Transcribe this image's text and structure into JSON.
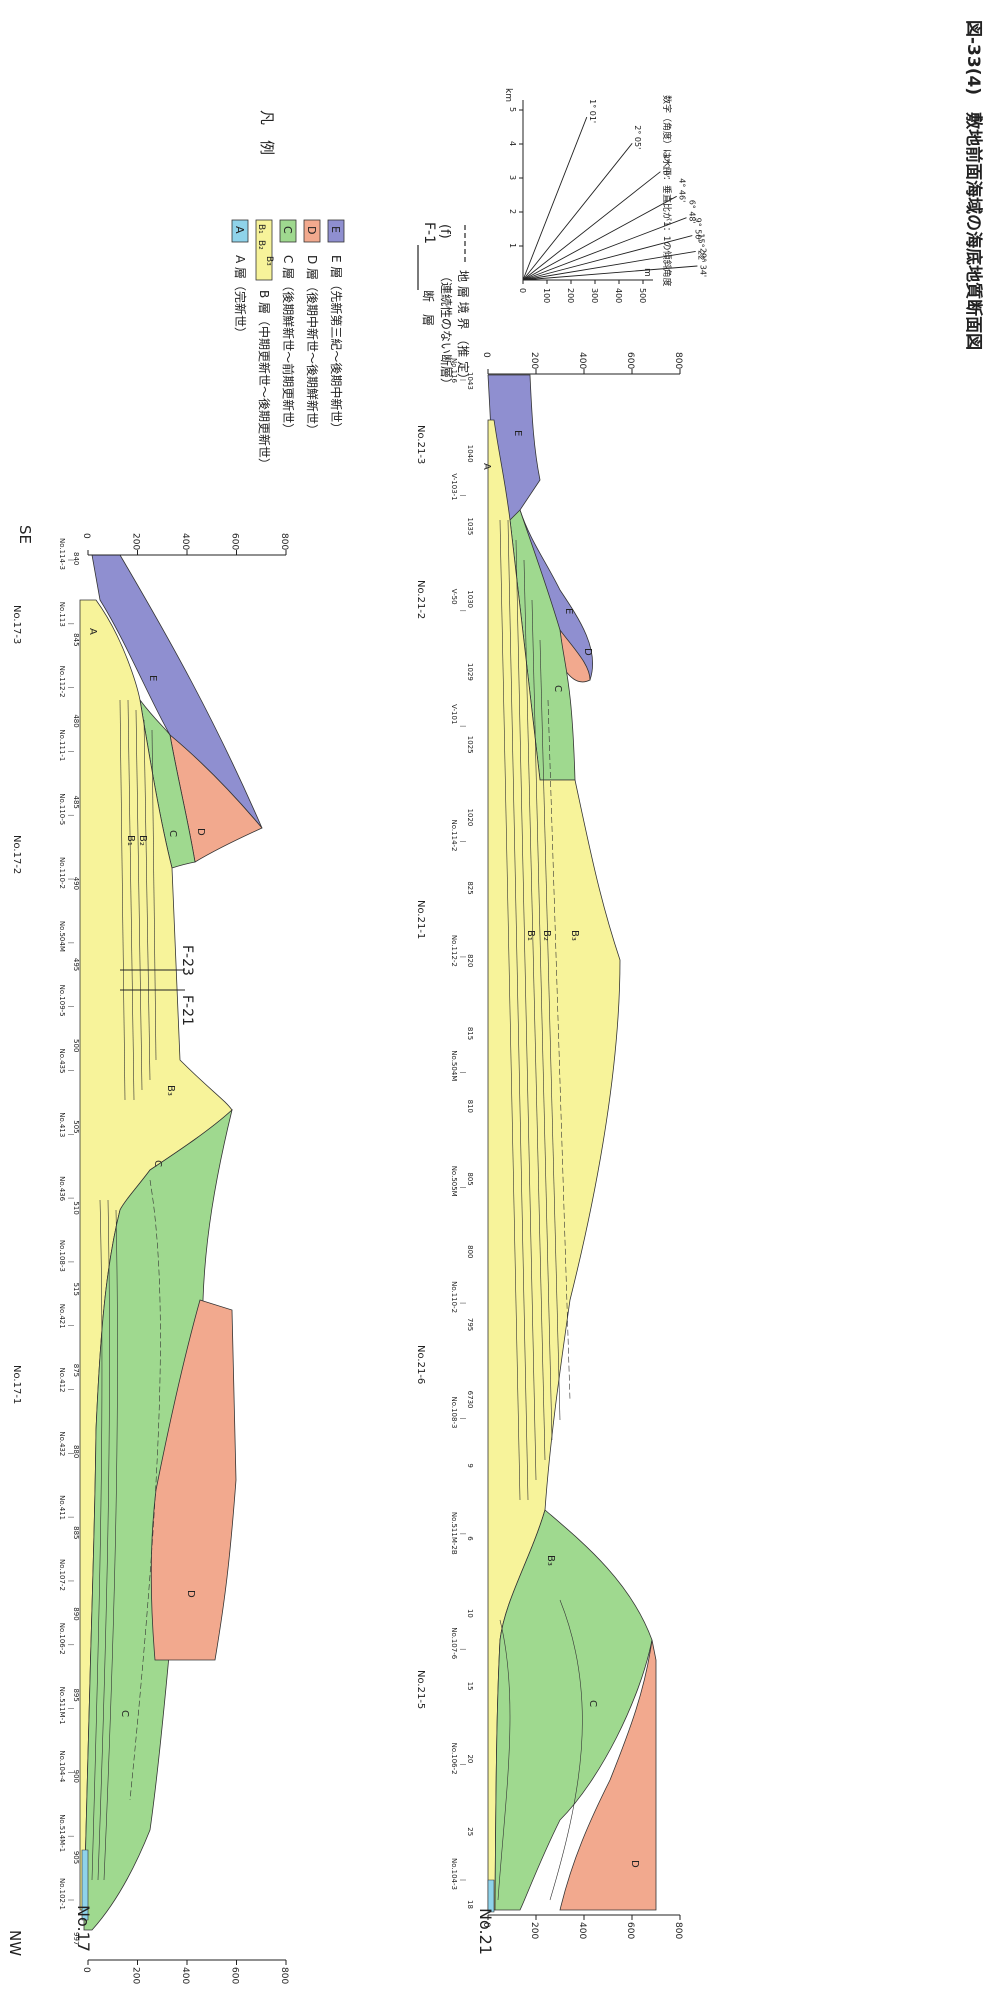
{
  "figure": {
    "caption": "図-33(4)　敷地前面海域の海底地質断面図",
    "legend_title": "凡　例",
    "legend_items": [
      {
        "key": "A",
        "color": "#8fd3ea",
        "label": "A 層（完新世）"
      },
      {
        "key": "B",
        "color": "#f7f39a",
        "label": "B 層（中期更新世～後期更新世）",
        "subunits": [
          "B₁",
          "B₂",
          "B₃"
        ]
      },
      {
        "key": "C",
        "color": "#9fd98f",
        "label": "C 層（後期鮮新世～前期更新世）"
      },
      {
        "key": "D",
        "color": "#f2a98e",
        "label": "D 層（後期中新世～後期鮮新世）"
      },
      {
        "key": "E",
        "color": "#8f8fd0",
        "label": "E 層（先新第三紀～後期中新世）"
      }
    ],
    "fault_symbol": {
      "label": "F-1",
      "sub": "(f)",
      "name": "断　層",
      "note": "（連続性のない断層）"
    },
    "boundary_symbol": {
      "label": "地 層 境 界 （推 定）"
    },
    "dip_note": "数字（角度）は水平：垂直比が1：1の傾斜角度",
    "dip_angles": [
      "1° 01'",
      "2° 05'",
      "3° 18'",
      "4° 46'",
      "6° 48'",
      "9° 50'",
      "15° 22'",
      "29° 34'"
    ],
    "dip_axis_ticks": [
      "0",
      "100",
      "200",
      "300",
      "400",
      "500"
    ],
    "dip_axis_unit": "m",
    "dip_km_ticks": [
      "1",
      "2",
      "3",
      "4",
      "5"
    ],
    "dip_km_unit": "km"
  },
  "section_17": {
    "name": "No.17",
    "nw": "NW",
    "se": "SE",
    "depth_ticks": [
      "0",
      "200",
      "400",
      "600",
      "800"
    ],
    "depth_unit": "m",
    "segments": [
      "No.17-1",
      "No.17-2",
      "No.17-3"
    ],
    "boreholes": [
      "No.102-1",
      "No.514M-1",
      "No.104-4",
      "No.511M-1",
      "No.106-2",
      "No.107-2",
      "No.411",
      "No.432",
      "No.412",
      "No.421",
      "No.108-3",
      "No.436",
      "No.413",
      "No.435",
      "No.109-5",
      "No.504M",
      "No.110-2",
      "No.110-5",
      "No.111-1",
      "No.112-2",
      "No.113",
      "No.114-3"
    ],
    "shotpoints": [
      "997",
      "905",
      "900",
      "895",
      "890",
      "885",
      "880",
      "875",
      "515",
      "510",
      "505",
      "500",
      "495",
      "490",
      "485",
      "480",
      "845",
      "840"
    ],
    "fault_labels": [
      "F-21",
      "F-23"
    ],
    "units": [
      "A",
      "B₁",
      "B₂",
      "B₃",
      "C",
      "D",
      "E"
    ]
  },
  "section_21": {
    "name": "No.21",
    "depth_ticks": [
      "0",
      "200",
      "400",
      "600",
      "800"
    ],
    "depth_unit": "m",
    "segments": [
      "No.21-5",
      "No.21-6",
      "No.21-1",
      "No.21-2",
      "No.21-3"
    ],
    "boreholes": [
      "No.104-3",
      "No.106-2",
      "No.107-6",
      "No.511M-2B",
      "No.108-3",
      "No.110-2",
      "No.505M",
      "No.504M",
      "No.112-2",
      "No.114-2",
      "V-101",
      "V-50",
      "V-103-1",
      "No.116"
    ],
    "shotpoints": [
      "18",
      "25",
      "20",
      "15",
      "10",
      "6",
      "9",
      "6730",
      "795",
      "800",
      "805",
      "810",
      "815",
      "820",
      "825",
      "1020",
      "1025",
      "1029",
      "1030",
      "1035",
      "1040",
      "1043"
    ],
    "units": [
      "A",
      "B₁",
      "B₂",
      "B₃",
      "C",
      "D",
      "E"
    ]
  }
}
